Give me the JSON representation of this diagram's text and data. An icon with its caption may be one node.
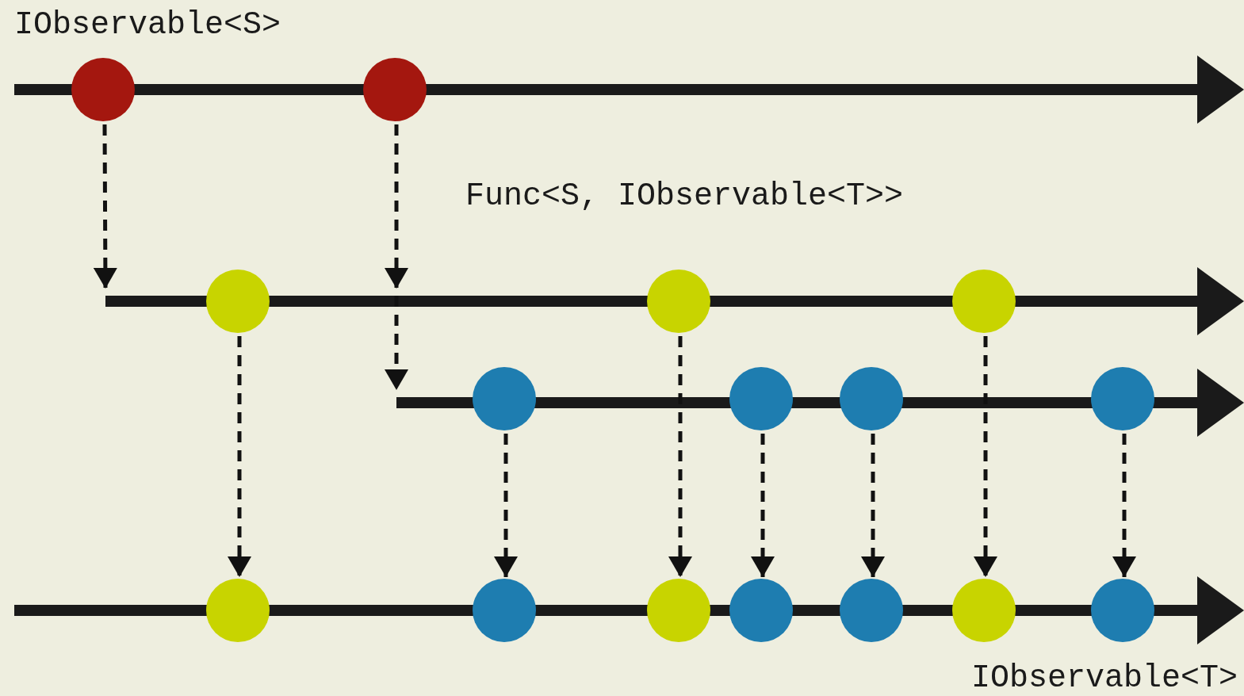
{
  "diagram": {
    "nodes": [
      {
        "text": [],
        "shape": "circle"
      },
      {
        "text": [],
        "shape": "circle"
      },
      {
        "text": [],
        "shape": "circle"
      },
      {
        "text": [],
        "shape": "circle"
      },
      {
        "text": [],
        "shape": "circle"
      },
      {
        "text": [],
        "shape": "circle"
      },
      {
        "text": [],
        "shape": "circle"
      },
      {
        "text": [],
        "shape": "circle"
      },
      {
        "text": [],
        "shape": "circle"
      },
      {
        "text": [],
        "shape": "circle"
      },
      {
        "text": [],
        "shape": "circle"
      },
      {
        "text": [],
        "shape": "circle"
      },
      {
        "text": [],
        "shape": "circle"
      },
      {
        "text": [],
        "shape": "circle"
      },
      {
        "text": [],
        "shape": "circle"
      },
      {
        "text": [],
        "shape": "circle"
      }
    ],
    "edges": [
      {
        "from": 0,
        "to": null,
        "arrow": "to",
        "style": "dashed"
      },
      {
        "from": 1,
        "to": null,
        "arrow": "to",
        "style": "dashed"
      },
      {
        "from": 2,
        "to": 9,
        "arrow": "to",
        "style": "dashed"
      },
      {
        "from": 5,
        "to": 10,
        "arrow": "to",
        "style": "dashed"
      },
      {
        "from": 3,
        "to": 11,
        "arrow": "to",
        "style": "dashed"
      },
      {
        "from": 6,
        "to": 12,
        "arrow": "to",
        "style": "dashed"
      },
      {
        "from": 7,
        "to": 13,
        "arrow": "to",
        "style": "dashed"
      },
      {
        "from": 4,
        "to": 14,
        "arrow": "to",
        "style": "dashed"
      },
      {
        "from": 8,
        "to": 15,
        "arrow": "to",
        "style": "dashed"
      }
    ],
    "labels": [
      "IObservable<S>",
      "Func<S, IObservable<T>>",
      "IObservable<T>"
    ]
  }
}
